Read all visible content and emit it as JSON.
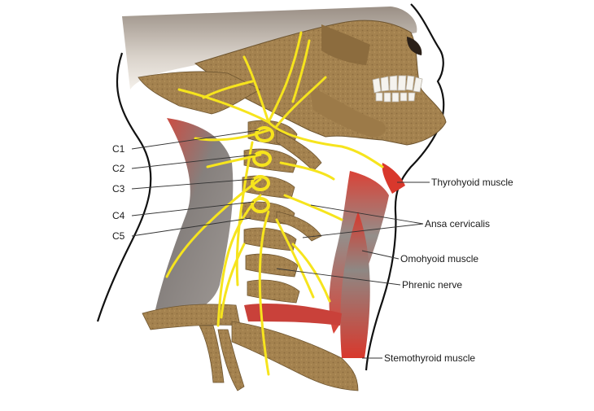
{
  "labels": {
    "c1": "C1",
    "c2": "C2",
    "c3": "C3",
    "c4": "C4",
    "c5": "C5",
    "thyrohyoid": "Thyrohyoid muscle",
    "ansa": "Ansa cervicalis",
    "omohyoid": "Omohyoid muscle",
    "phrenic": "Phrenic nerve",
    "sternothyroid": "Stemothyroid muscle"
  },
  "colors": {
    "bone": "#a4824f",
    "bone_dark": "#6e5530",
    "nerve": "#f6e41d",
    "muscle_red": "#d8382c",
    "muscle_grey": "#8f8a86",
    "skin_outline": "#111111",
    "leader_line": "#333333"
  }
}
